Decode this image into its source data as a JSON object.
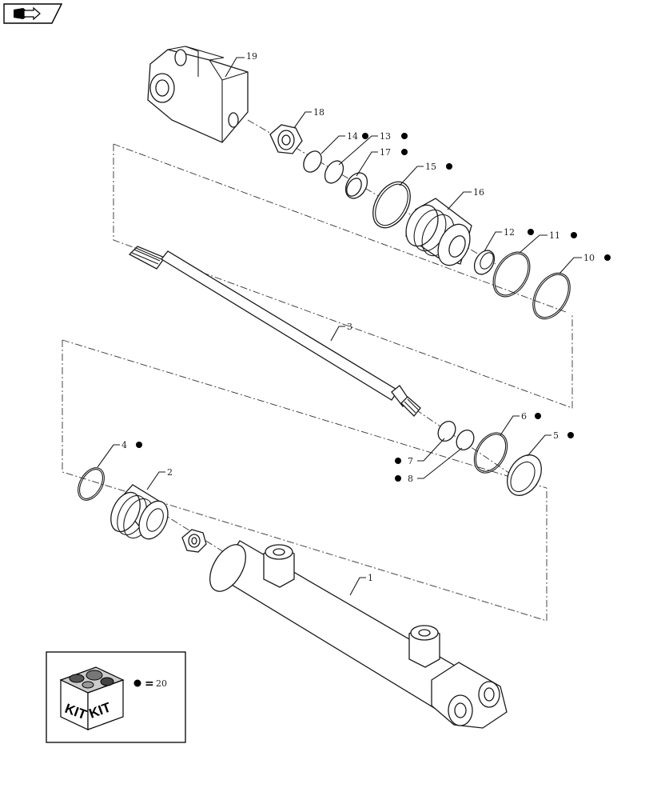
{
  "navigation": {
    "icon": "book-arrow-icon"
  },
  "callouts": [
    {
      "id": "19",
      "label": "19",
      "kit": false
    },
    {
      "id": "18",
      "label": "18",
      "kit": false
    },
    {
      "id": "14",
      "label": "14",
      "kit": true
    },
    {
      "id": "13",
      "label": "13",
      "kit": true
    },
    {
      "id": "17",
      "label": "17",
      "kit": true
    },
    {
      "id": "15",
      "label": "15",
      "kit": true
    },
    {
      "id": "16",
      "label": "16",
      "kit": false
    },
    {
      "id": "12",
      "label": "12",
      "kit": true
    },
    {
      "id": "11",
      "label": "11",
      "kit": true
    },
    {
      "id": "10",
      "label": "10",
      "kit": true
    },
    {
      "id": "3",
      "label": "3",
      "kit": false
    },
    {
      "id": "6",
      "label": "6",
      "kit": true
    },
    {
      "id": "5",
      "label": "5",
      "kit": true
    },
    {
      "id": "7",
      "label": "7",
      "kit": true
    },
    {
      "id": "8",
      "label": "8",
      "kit": true
    },
    {
      "id": "4",
      "label": "4",
      "kit": true
    },
    {
      "id": "2",
      "label": "2",
      "kit": false
    },
    {
      "id": "1",
      "label": "1",
      "kit": false
    }
  ],
  "legend": {
    "kit_text_left": "KIT",
    "kit_text_right": "KIT",
    "equals": "=",
    "kit_number": "20"
  }
}
